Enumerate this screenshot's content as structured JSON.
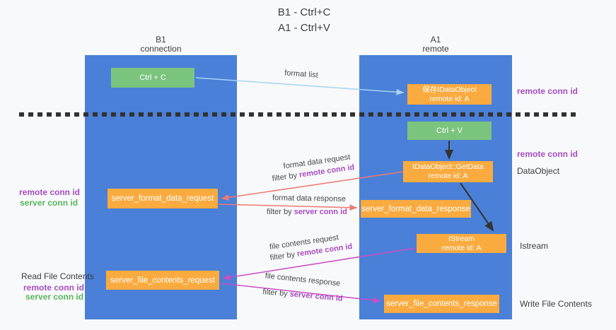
{
  "title": {
    "line1": "B1 - Ctrl+C",
    "line2": "A1 - Ctrl+V"
  },
  "lifelines": {
    "b1": {
      "name": "B1",
      "role": "connection"
    },
    "a1": {
      "name": "A1",
      "role": "remote"
    }
  },
  "nodes": {
    "ctrl_c": {
      "label": "Ctrl + C"
    },
    "ctrl_v": {
      "label": "Ctrl + V"
    },
    "save_idataobject": {
      "line1": "保存IDataObject",
      "line2": "remote id: A"
    },
    "getdata": {
      "line1": "IDataObject::GetData",
      "line2": "remote id: A"
    },
    "istream": {
      "line1": "IStream",
      "line2": "remote id: A"
    },
    "format_request": {
      "label": "server_format_data_request"
    },
    "format_response": {
      "label": "server_format_data_response"
    },
    "file_request": {
      "label": "server_file_contents_request"
    },
    "file_response": {
      "label": "server_file_contents_response"
    }
  },
  "messages": {
    "format_list": {
      "label": "format list"
    },
    "format_data_request": {
      "label": "format data request",
      "filter_prefix": "filter by ",
      "filter_key": "remote conn id"
    },
    "format_data_response": {
      "label": "format data response",
      "filter_prefix": "filter by ",
      "filter_key": "server conn id"
    },
    "file_contents_request": {
      "label": "file contents request",
      "filter_prefix": "filter by ",
      "filter_key": "remote conn id"
    },
    "file_contents_response": {
      "label": "file contents response",
      "filter_prefix": "filter by ",
      "filter_key": "server conn id"
    }
  },
  "annotations": {
    "right_top_remote_conn": "remote conn id",
    "right_mid_remote_conn": "remote conn id",
    "right_dataobject": "DataObject",
    "right_istream": "Istream",
    "right_write_file": "Write File Contents",
    "left_mid": {
      "remote": "remote conn id",
      "server": "server conn id"
    },
    "left_bottom": {
      "title": "Read File Contents",
      "remote": "remote conn id",
      "server": "server conn id"
    }
  },
  "colors": {
    "lane_blue": "#4a80d8",
    "node_green": "#7bc47e",
    "node_orange": "#f9ab40",
    "remote_id_purple": "#a64dc1",
    "server_id_green": "#56b65c",
    "arrow_red": "#ee7a72",
    "arrow_magenta": "#c94ec4",
    "arrow_lightblue": "#a6d4f2",
    "arrow_black": "#333333"
  }
}
